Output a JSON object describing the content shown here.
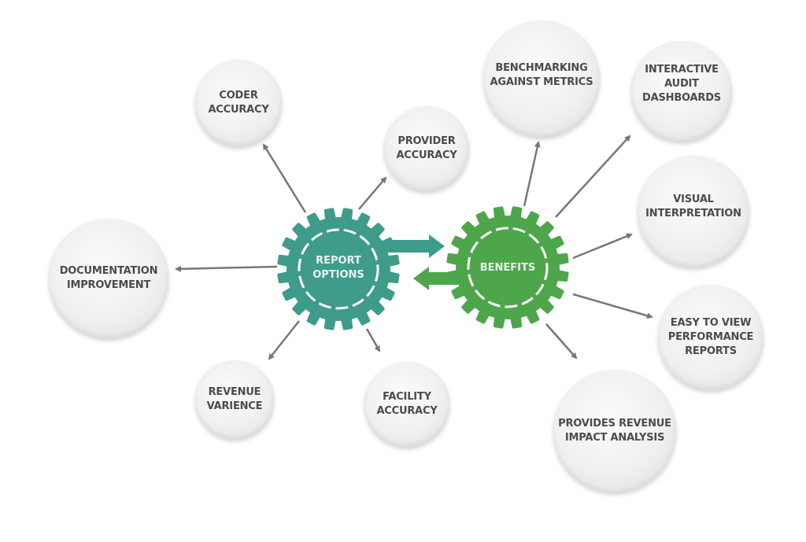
{
  "hubs": {
    "report_options": {
      "label": "REPORT\nOPTIONS",
      "color": "#3f9b8a"
    },
    "benefits": {
      "label": "BENEFITS",
      "color": "#4ea64a"
    }
  },
  "report_options_items": [
    {
      "id": "coder-accuracy",
      "label": "CODER\nACCURACY"
    },
    {
      "id": "provider-accuracy",
      "label": "PROVIDER\nACCURACY"
    },
    {
      "id": "documentation-improvement",
      "label": "DOCUMENTATION\nIMPROVEMENT"
    },
    {
      "id": "revenue-varience",
      "label": "REVENUE\nVARIENCE"
    },
    {
      "id": "facility-accuracy",
      "label": "FACILITY\nACCURACY"
    }
  ],
  "benefits_items": [
    {
      "id": "benchmarking",
      "label": "BENCHMARKING\nAGAINST METRICS"
    },
    {
      "id": "interactive-dashboards",
      "label": "INTERACTIVE\nAUDIT\nDASHBOARDS"
    },
    {
      "id": "visual-interpretation",
      "label": "VISUAL\nINTERPRETATION"
    },
    {
      "id": "performance-reports",
      "label": "EASY TO VIEW\nPERFORMANCE\nREPORTS"
    },
    {
      "id": "revenue-impact",
      "label": "PROVIDES REVENUE\nIMPACT ANALYSIS"
    }
  ],
  "colors": {
    "arrow": "#777777",
    "bubble_text": "#4a4b4d"
  }
}
